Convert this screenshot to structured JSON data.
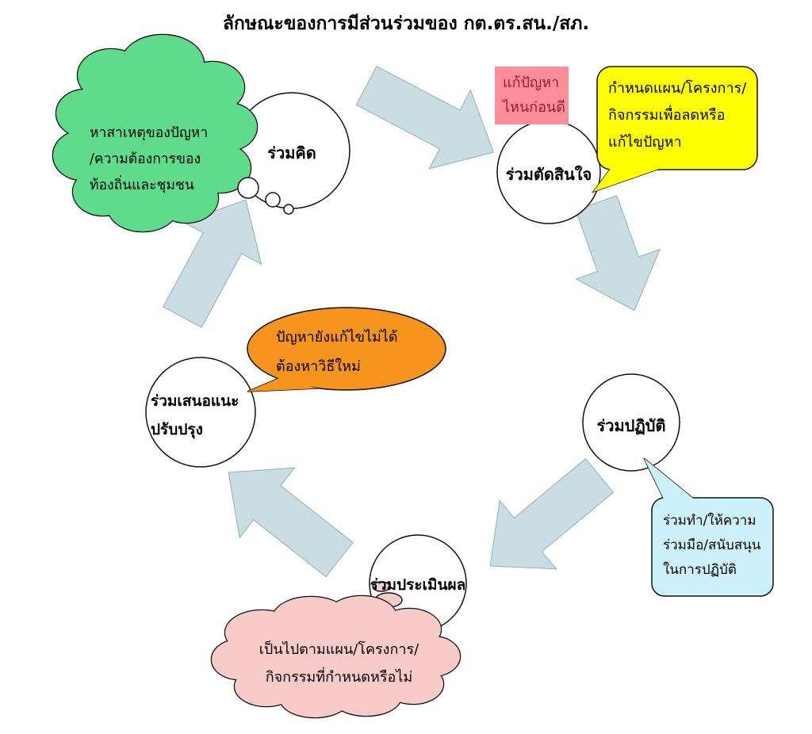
{
  "title": "ลักษณะของการมีส่วนร่วมของ กต.ตร.สน./สภ.",
  "nodes": {
    "think": {
      "label": "ร่วมคิด"
    },
    "decide": {
      "label": "ร่วมตัดสินใจ"
    },
    "act": {
      "label": "ร่วมปฏิบัติ"
    },
    "evaluate": {
      "label": "ร่วมประเมินผล"
    },
    "suggest": {
      "line1": "ร่วมเสนอแนะ",
      "line2": "ปรับปรุง"
    }
  },
  "callouts": {
    "green_cloud": {
      "line1": "หาสาเหตุของปัญหา",
      "line2": "/ความต้องการของ",
      "line3": "ท้องถิ่นและชุมชน",
      "fill": "#5edc8b"
    },
    "pink_box": {
      "line1": "แก้ปัญหา",
      "line2": "ไหนก่อนดี",
      "fill": "#fe8d9b",
      "text_color": "#9e1b2a"
    },
    "yellow_bubble": {
      "line1": "กำหนดแผน/โครงการ/",
      "line2": "กิจกรรมเพื่อลดหรือ",
      "line3": "แก้ไขปัญหา",
      "fill": "#ffff00"
    },
    "cyan_bubble": {
      "line1": "ร่วมทำ/ให้ความ",
      "line2": "ร่วมมือ/สนับสนุน",
      "line3": "ในการปฏิบัติ",
      "fill": "#ccf1fa"
    },
    "pink_cloud": {
      "line1": "เป็นไปตามแผน/โครงการ/",
      "line2": "กิจกรรมที่กำหนดหรือไม่",
      "fill": "#f9cbc8"
    },
    "orange_bubble": {
      "line1": "ปัญหายังแก้ไขไม่ได้",
      "line2": "ต้องหาวิธีใหม่",
      "fill": "#f7941e"
    }
  },
  "colors": {
    "arrow_fill": "#c9dde2",
    "arrow_edge": "#8fb0ba",
    "outline": "#111111",
    "node_fill": "#ffffff",
    "background": "#ffffff"
  }
}
